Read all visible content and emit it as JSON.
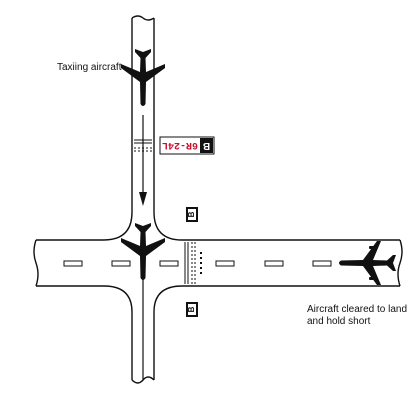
{
  "labels": {
    "taxiing_aircraft": "Taxiing aircraft",
    "landing_aircraft_line1": "Aircraft cleared to land",
    "landing_aircraft_line2": "and hold short"
  },
  "signs": {
    "holding_position_text": "6R-24L",
    "taxiway_letter": "B",
    "upper_location_sign": "B",
    "lower_location_sign": "B"
  },
  "colors": {
    "sign_red": "#c8102e",
    "ink": "#111111"
  },
  "icons": {
    "taxiing_aircraft_icon": "airplane-silhouette",
    "landing_aircraft_icon": "airplane-silhouette"
  }
}
